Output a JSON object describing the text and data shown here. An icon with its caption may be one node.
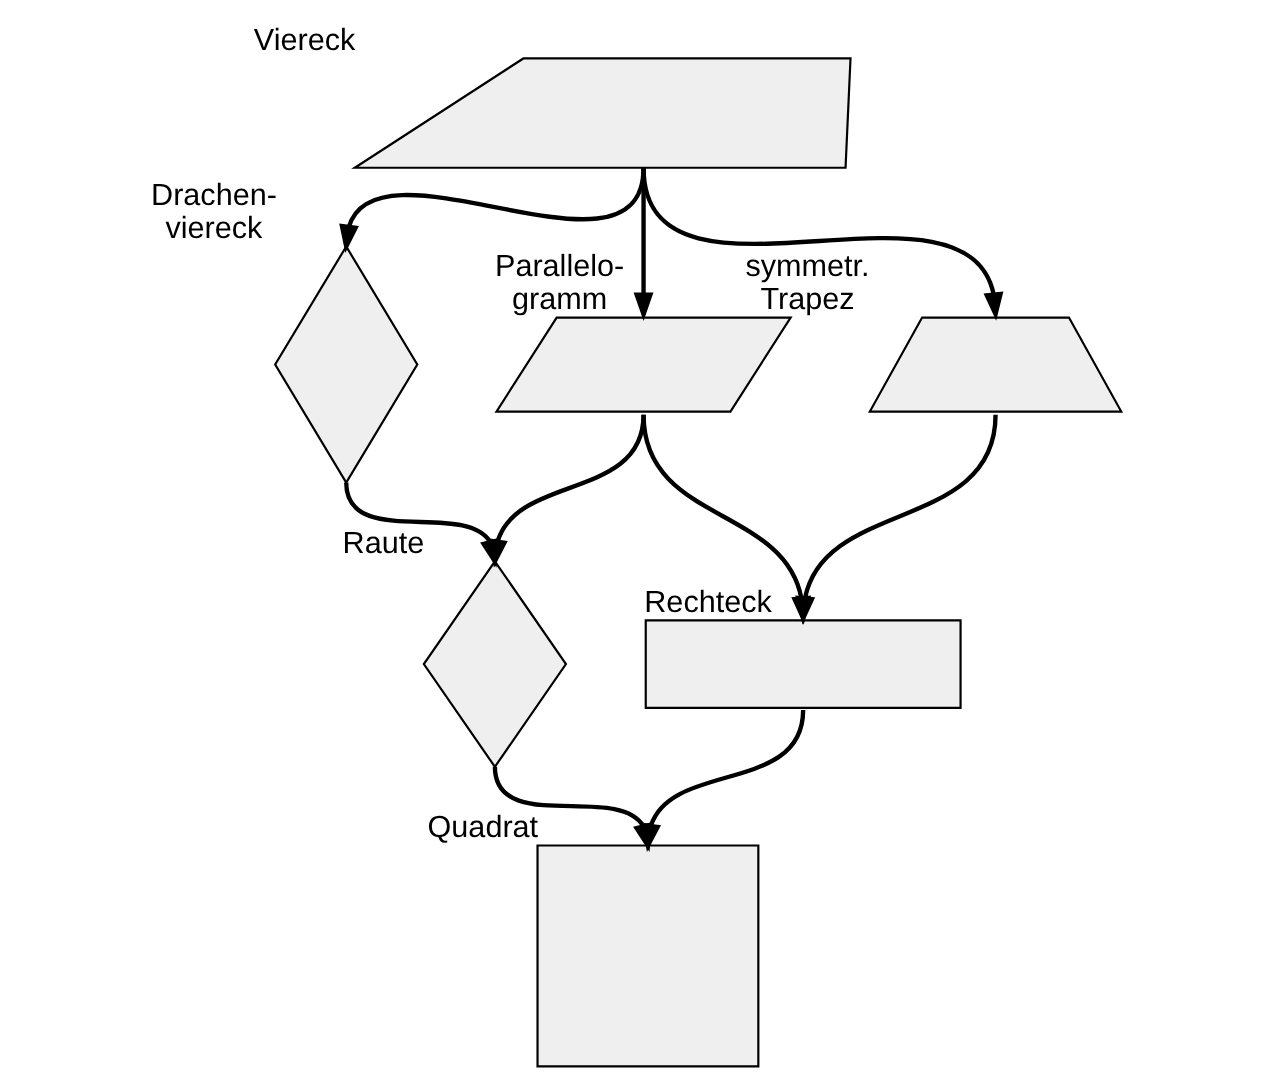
{
  "diagram": {
    "nodes": [
      {
        "text": [],
        "shape": "quadrilateral",
        "beside": [
          "Viereck"
        ]
      },
      {
        "text": [],
        "shape": "kite",
        "beside": [
          "Drachen- viereck"
        ]
      },
      {
        "text": [],
        "shape": "parallelogram",
        "beside": [
          "Parallelo- gramm"
        ]
      },
      {
        "text": [],
        "shape": "trapezoid",
        "beside": [
          "symmetr. Trapez"
        ]
      },
      {
        "text": [],
        "shape": "rhombus",
        "beside": [
          "Raute"
        ]
      },
      {
        "text": [],
        "shape": "rectangle",
        "beside": [
          "Rechteck"
        ]
      },
      {
        "text": [],
        "shape": "square",
        "beside": [
          "Quadrat"
        ]
      }
    ],
    "edges": [
      {
        "from": 0,
        "to": 1,
        "arrow": "to"
      },
      {
        "from": 0,
        "to": 2,
        "arrow": "to"
      },
      {
        "from": 0,
        "to": 3,
        "arrow": "to"
      },
      {
        "from": 1,
        "to": 4,
        "arrow": "to"
      },
      {
        "from": 2,
        "to": 4,
        "arrow": "to"
      },
      {
        "from": 2,
        "to": 5,
        "arrow": "to"
      },
      {
        "from": 3,
        "to": 5,
        "arrow": "to"
      },
      {
        "from": 4,
        "to": 6,
        "arrow": "to"
      },
      {
        "from": 5,
        "to": 6,
        "arrow": "to"
      }
    ]
  }
}
